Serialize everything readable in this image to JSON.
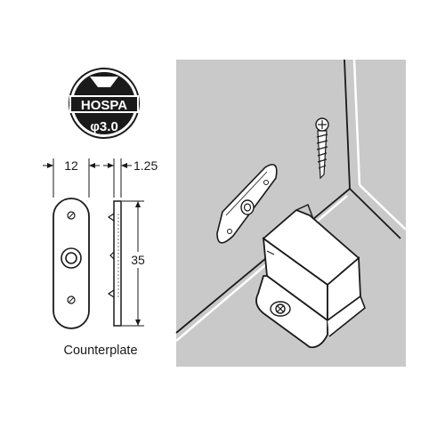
{
  "screw_badge": {
    "brand": "HOSPA",
    "diameter": "φ3.0",
    "icon": "countersunk-screw-head-icon"
  },
  "counterplate": {
    "caption": "Counterplate",
    "dimensions": {
      "width": "12",
      "thickness": "1.25",
      "height": "35"
    }
  },
  "illustration": {
    "background_color": "#c9c9c9",
    "line_color": "#1a1a1a"
  }
}
